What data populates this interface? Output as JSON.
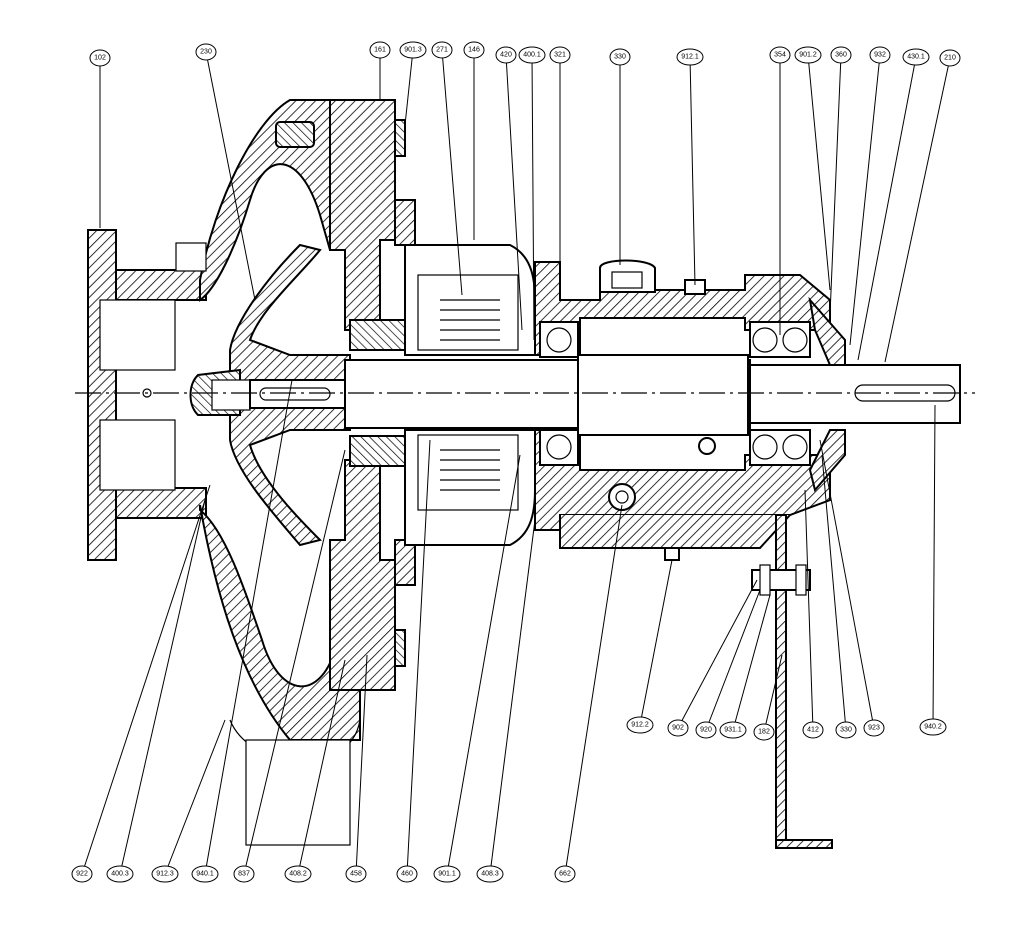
{
  "figure": {
    "description_type": "pump-sectional-drawing",
    "colors": {
      "line": "#000000",
      "background": "#ffffff"
    }
  },
  "labels": {
    "top": [
      {
        "id": "l-102",
        "text": "102"
      },
      {
        "id": "l-230",
        "text": "230"
      },
      {
        "id": "l-161",
        "text": "161"
      },
      {
        "id": "l-901-3",
        "text": "901.3"
      },
      {
        "id": "l-271",
        "text": "271"
      },
      {
        "id": "l-146",
        "text": "146"
      },
      {
        "id": "l-420",
        "text": "420"
      },
      {
        "id": "l-400-1",
        "text": "400.1"
      },
      {
        "id": "l-321",
        "text": "321"
      },
      {
        "id": "l-330",
        "text": "330"
      },
      {
        "id": "l-912-1",
        "text": "912.1"
      },
      {
        "id": "l-354",
        "text": "354"
      },
      {
        "id": "l-901-2",
        "text": "901.2"
      },
      {
        "id": "l-360",
        "text": "360"
      },
      {
        "id": "l-932",
        "text": "932"
      },
      {
        "id": "l-430-1",
        "text": "430.1"
      },
      {
        "id": "l-210",
        "text": "210"
      }
    ],
    "bottom": [
      {
        "id": "l-922",
        "text": "922"
      },
      {
        "id": "l-400-3",
        "text": "400.3"
      },
      {
        "id": "l-912-3",
        "text": "912.3"
      },
      {
        "id": "l-940-1",
        "text": "940.1"
      },
      {
        "id": "l-837",
        "text": "837"
      },
      {
        "id": "l-408-2",
        "text": "408.2"
      },
      {
        "id": "l-458",
        "text": "458"
      },
      {
        "id": "l-460",
        "text": "460"
      },
      {
        "id": "l-901-1",
        "text": "901.1"
      },
      {
        "id": "l-408-3",
        "text": "408.3"
      },
      {
        "id": "l-662",
        "text": "662"
      }
    ],
    "lower_right": [
      {
        "id": "l-912-2",
        "text": "912.2"
      },
      {
        "id": "l-902",
        "text": "902"
      },
      {
        "id": "l-920",
        "text": "920"
      },
      {
        "id": "l-931-1",
        "text": "931.1"
      },
      {
        "id": "l-182",
        "text": "182"
      },
      {
        "id": "l-412",
        "text": "412"
      },
      {
        "id": "l-330b",
        "text": "330"
      },
      {
        "id": "l-923",
        "text": "923"
      },
      {
        "id": "l-940-2",
        "text": "940.2"
      }
    ]
  }
}
